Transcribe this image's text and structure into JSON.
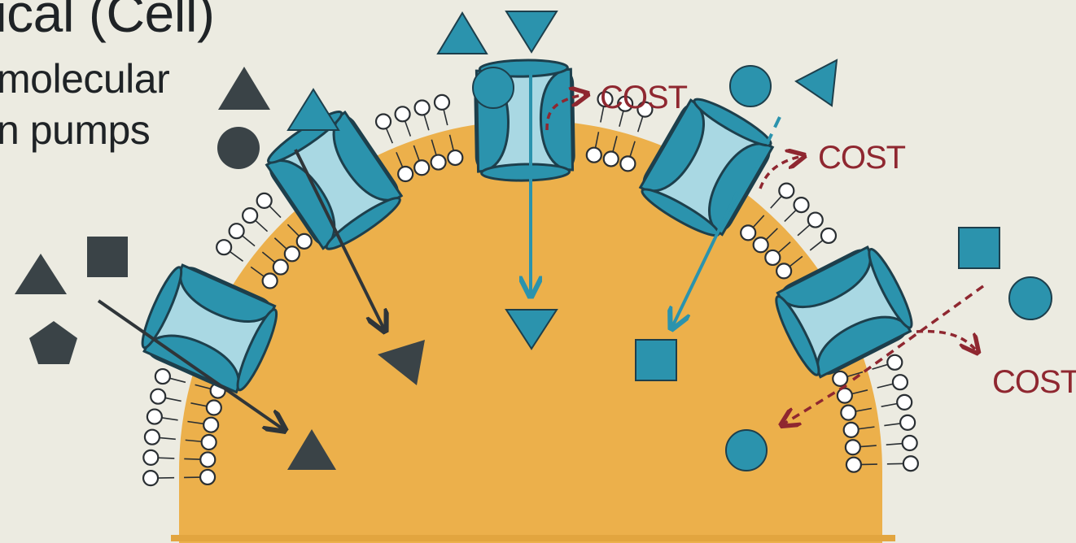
{
  "heading": {
    "title": "ical (Cell)",
    "line1": "molecular",
    "line2": "n pumps"
  },
  "cost_labels": [
    "COST",
    "COST",
    "COST"
  ],
  "colors": {
    "background": "#ecebe1",
    "cytoplasm": "#ecb04b",
    "protein": "#2b93ad",
    "protein_dark": "#1d3f4c",
    "molecule_teal": "#2b93ad",
    "molecule_dark": "#3a4347",
    "cost_arrow": "#8f2730",
    "membrane_outline": "#2a2f33"
  }
}
